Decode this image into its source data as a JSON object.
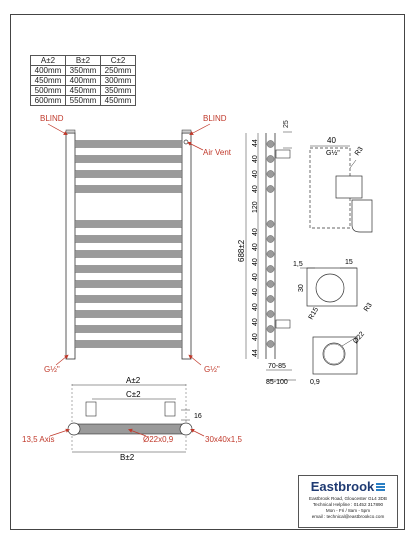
{
  "size_table": {
    "headers": [
      "A±2",
      "B±2",
      "C±2"
    ],
    "rows": [
      [
        "400mm",
        "350mm",
        "250mm"
      ],
      [
        "450mm",
        "400mm",
        "300mm"
      ],
      [
        "500mm",
        "450mm",
        "350mm"
      ],
      [
        "600mm",
        "550mm",
        "450mm"
      ]
    ]
  },
  "front_labels": {
    "blind_left": "BLIND",
    "blind_right": "BLIND",
    "air_vent": "Air Vent",
    "inlet_left": "G½\"",
    "inlet_right": "G½\""
  },
  "side_labels": {
    "d25": "25",
    "d44_top": "44",
    "d40_1": "40",
    "d40_2": "40",
    "d40_3": "40",
    "d120": "120",
    "d40_4": "40",
    "d40_5": "40",
    "d40_6": "40",
    "d40_7": "40",
    "d40_8": "40",
    "d40_9": "40",
    "d40_10": "40",
    "d40_11": "40",
    "d44_bot": "44",
    "overall": "688±2",
    "d70_85": "70-85",
    "d85_100": "85-100"
  },
  "detail_labels": {
    "d40": "40",
    "g_half": "G½\"",
    "r3_top": "R3",
    "d1_5": "1,5",
    "d15": "15",
    "d30": "30",
    "r15": "R15",
    "r3_mid": "R3",
    "dia22": "Ø22",
    "d0_9": "0,9"
  },
  "bottom_labels": {
    "a": "A±2",
    "c": "C±2",
    "b": "B±2",
    "d16": "16",
    "axis": "13,5 Axis",
    "tube": "Ø22x0,9",
    "rail": "30x40x1,5"
  },
  "company": {
    "name": "Eastbrook",
    "address": "Eastbrook Road, Gloucester GL4 3DB",
    "helpline": "Technical Helpline : 01452 317890",
    "hours": "Mon - Fri / 8am - 5pm",
    "email": "email : technical@eastbrookco.com"
  },
  "colors": {
    "line": "#333333",
    "bar": "#9a9a9a",
    "dim_red": "#c0392b",
    "brand": "#1f3b73"
  }
}
